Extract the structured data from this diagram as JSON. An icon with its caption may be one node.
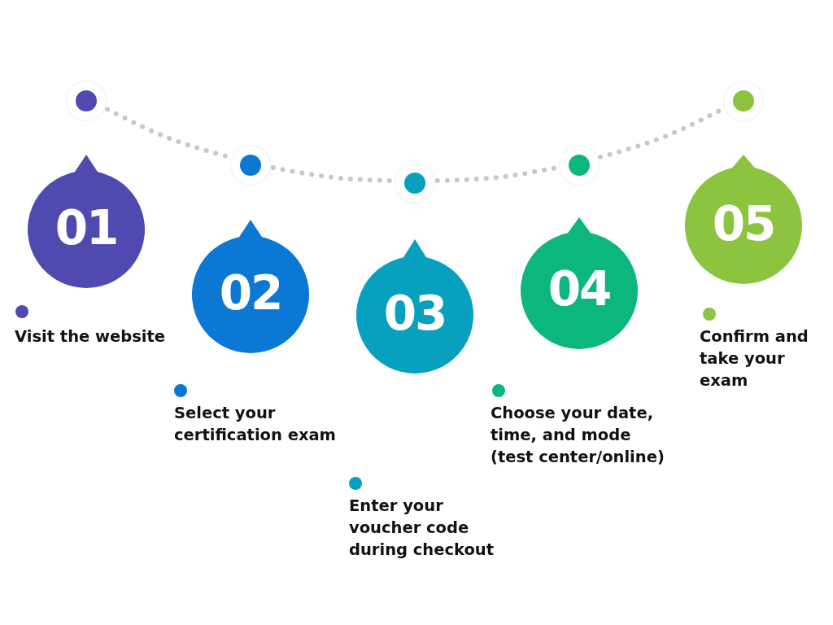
{
  "diagram": {
    "nodes": [
      {
        "text": [
          "01"
        ]
      },
      {
        "text": [
          "02"
        ]
      },
      {
        "text": [
          "03"
        ]
      },
      {
        "text": [
          "04"
        ]
      },
      {
        "text": [
          "05"
        ]
      },
      {
        "text": [],
        "shape": "circle"
      },
      {
        "text": [],
        "shape": "circle"
      },
      {
        "text": [],
        "shape": "circle"
      },
      {
        "text": [],
        "shape": "circle"
      },
      {
        "text": [],
        "shape": "circle"
      }
    ],
    "edges": [
      {
        "from": 5,
        "to": 6,
        "arrow": "none",
        "style": "dashed"
      },
      {
        "from": 6,
        "to": 7,
        "arrow": "none",
        "style": "dashed"
      },
      {
        "from": 7,
        "to": 8,
        "arrow": "none",
        "style": "dashed"
      },
      {
        "from": 8,
        "to": 9,
        "arrow": "none",
        "style": "dashed"
      }
    ],
    "labels": [
      "Visit the website",
      "Select your certification exam",
      "Enter your voucher code during checkout",
      "Choose your date, time, and mode (test center/online)",
      "Confirm and take your exam"
    ]
  }
}
